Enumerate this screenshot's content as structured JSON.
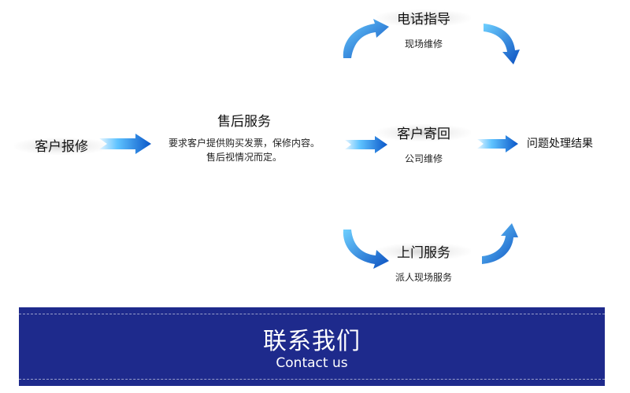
{
  "nodes": {
    "customer_report": {
      "title": "客户报修"
    },
    "after_sales": {
      "title": "售后服务",
      "desc_line1": "要求客户提供购买发票，保修内容。",
      "desc_line2": "售后视情况而定。"
    },
    "phone_guide": {
      "title": "电话指导",
      "sub": "现场维修"
    },
    "customer_send": {
      "title": "客户寄回",
      "sub": "公司维修"
    },
    "onsite_service": {
      "title": "上门服务",
      "sub": "派人现场服务"
    },
    "result": {
      "title": "问题处理结果"
    }
  },
  "footer": {
    "title": "联系我们",
    "subtitle": "Contact us"
  },
  "colors": {
    "arrow_light": "#5fc3ff",
    "arrow_dark": "#0a56c8",
    "footer_bg": "#1e2a8c"
  }
}
